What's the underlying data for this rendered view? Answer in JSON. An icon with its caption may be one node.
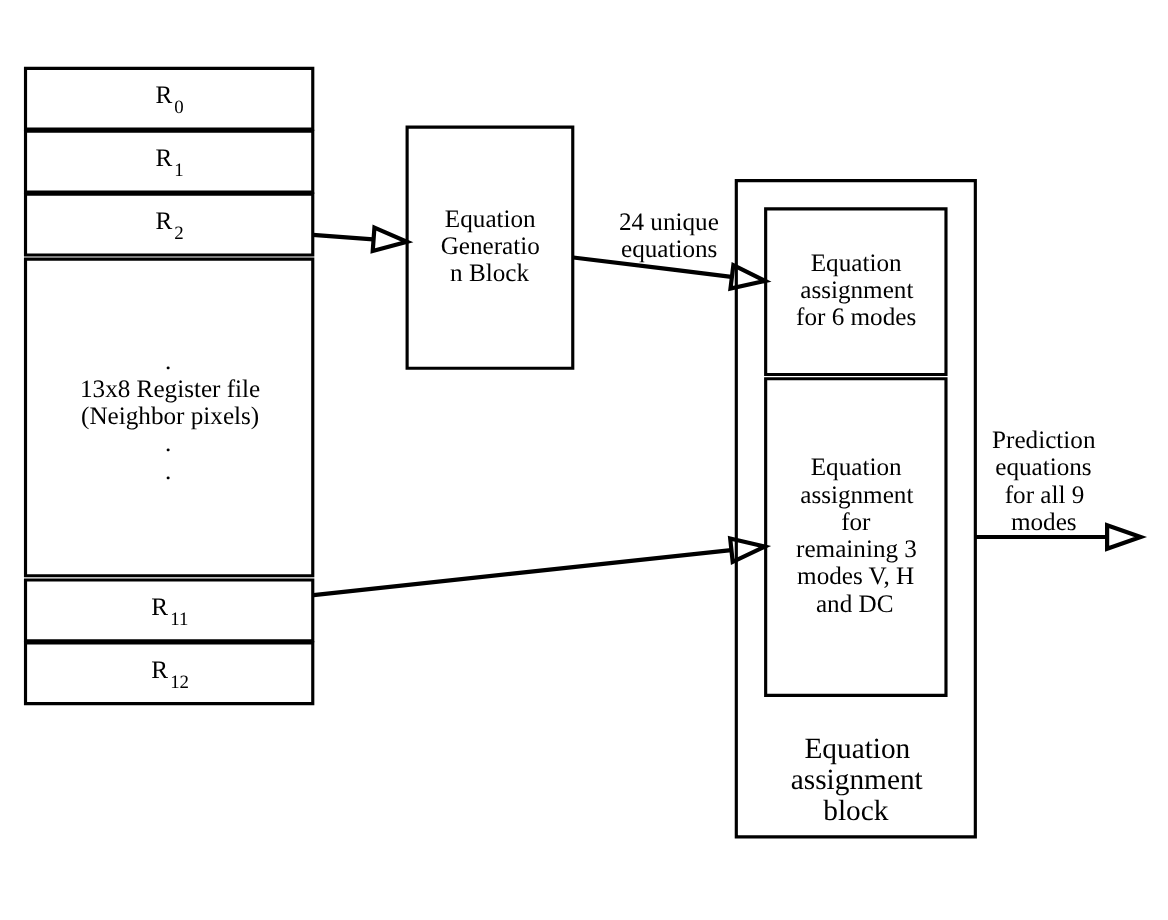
{
  "diagram": {
    "nodes": [
      {
        "text": [
          "R$_{0}$"
        ]
      },
      {
        "text": [
          "R$_{1}$"
        ]
      },
      {
        "text": [
          "R$_{2}$"
        ]
      },
      {
        "text": [
          ".",
          "13x8 Register file (Neighbor pixels)",
          ".",
          "."
        ]
      },
      {
        "text": [
          "R$_{11}$"
        ]
      },
      {
        "text": [
          "R$_{12}$"
        ]
      },
      {
        "text": [
          "Equation Generatio n Block"
        ]
      },
      {
        "text": [
          "Equation assignment block"
        ]
      },
      {
        "text": [
          "Equation assignment for 6 modes"
        ],
        "in": 7
      },
      {
        "text": [
          "Equation assignment for remaining 3 modes V, H and DC"
        ],
        "in": 7
      }
    ],
    "edges": [
      {
        "from": 2,
        "to": 6,
        "arrow": "to"
      },
      {
        "from": 6,
        "to": 8,
        "arrow": "to",
        "label": "24 unique equations"
      },
      {
        "from": 4,
        "to": 9,
        "arrow": "to"
      },
      {
        "from": 7,
        "to": null,
        "arrow": "to",
        "label": "Prediction equations for all 9 modes"
      }
    ]
  }
}
